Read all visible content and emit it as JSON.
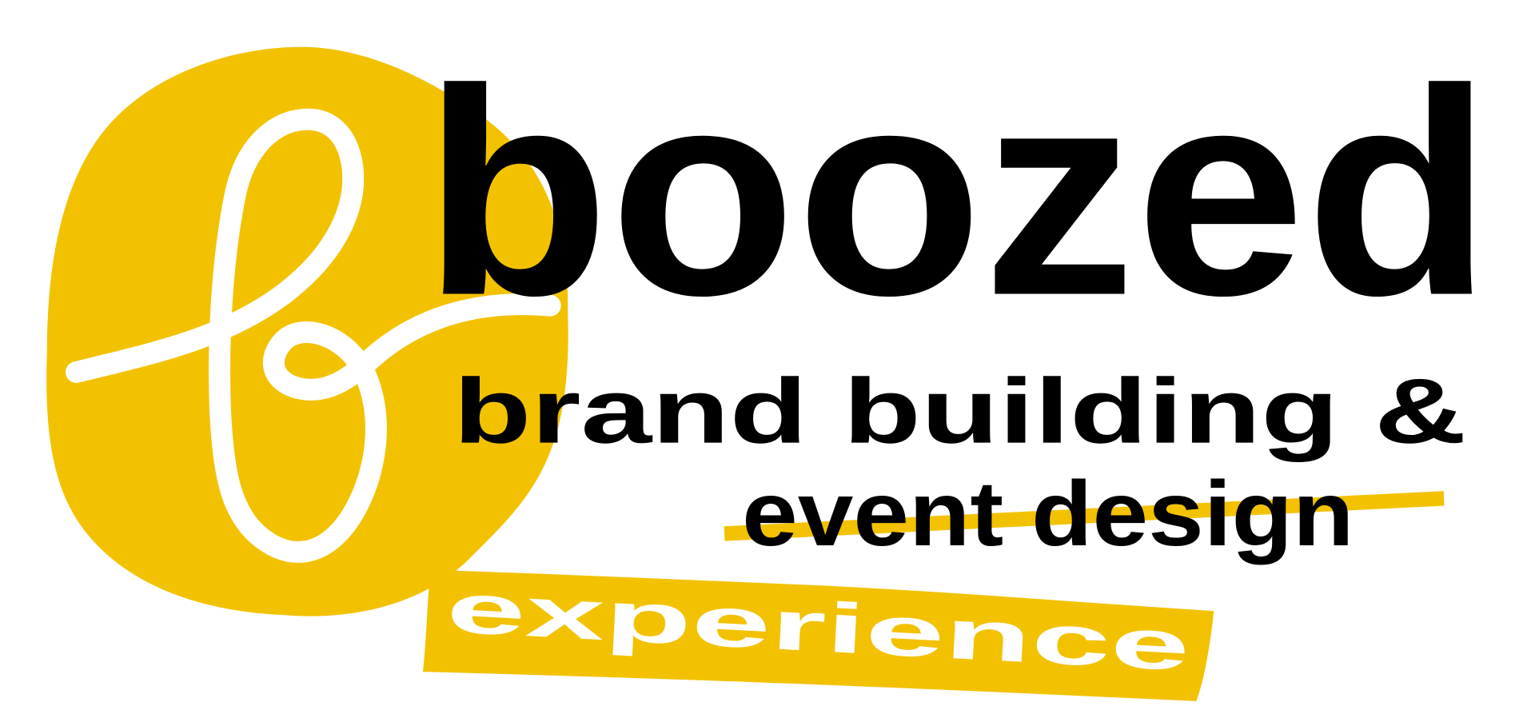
{
  "logo": {
    "brand": "boozed",
    "tagline_line1": "brand building &",
    "tagline_line2": "event design",
    "tag": "experience"
  },
  "colors": {
    "brand_yellow": "#F2C200",
    "text": "#000000",
    "loop": "#FFFFFF"
  },
  "icons": {
    "emblem": "looped-b-icon"
  }
}
